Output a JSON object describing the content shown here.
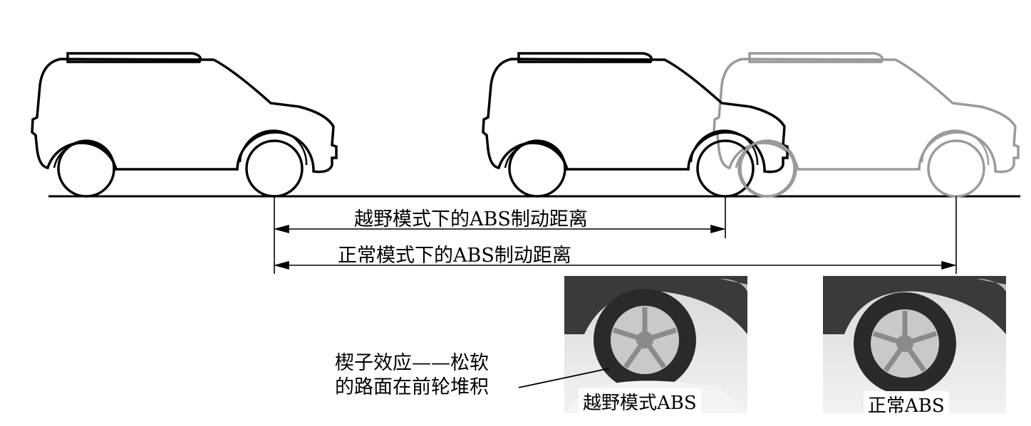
{
  "distances": {
    "offroad_label": "越野模式下的ABS制动距离",
    "normal_label": "正常模式下的ABS制动距离"
  },
  "photos": {
    "offroad_caption": "越野模式ABS",
    "normal_caption": "正常ABS"
  },
  "annotation": {
    "line1": "楔子效应——松软",
    "line2": "的路面在前轮堆积"
  },
  "colors": {
    "outline": "#000000",
    "ghost_outline": "#9a9a9a"
  }
}
